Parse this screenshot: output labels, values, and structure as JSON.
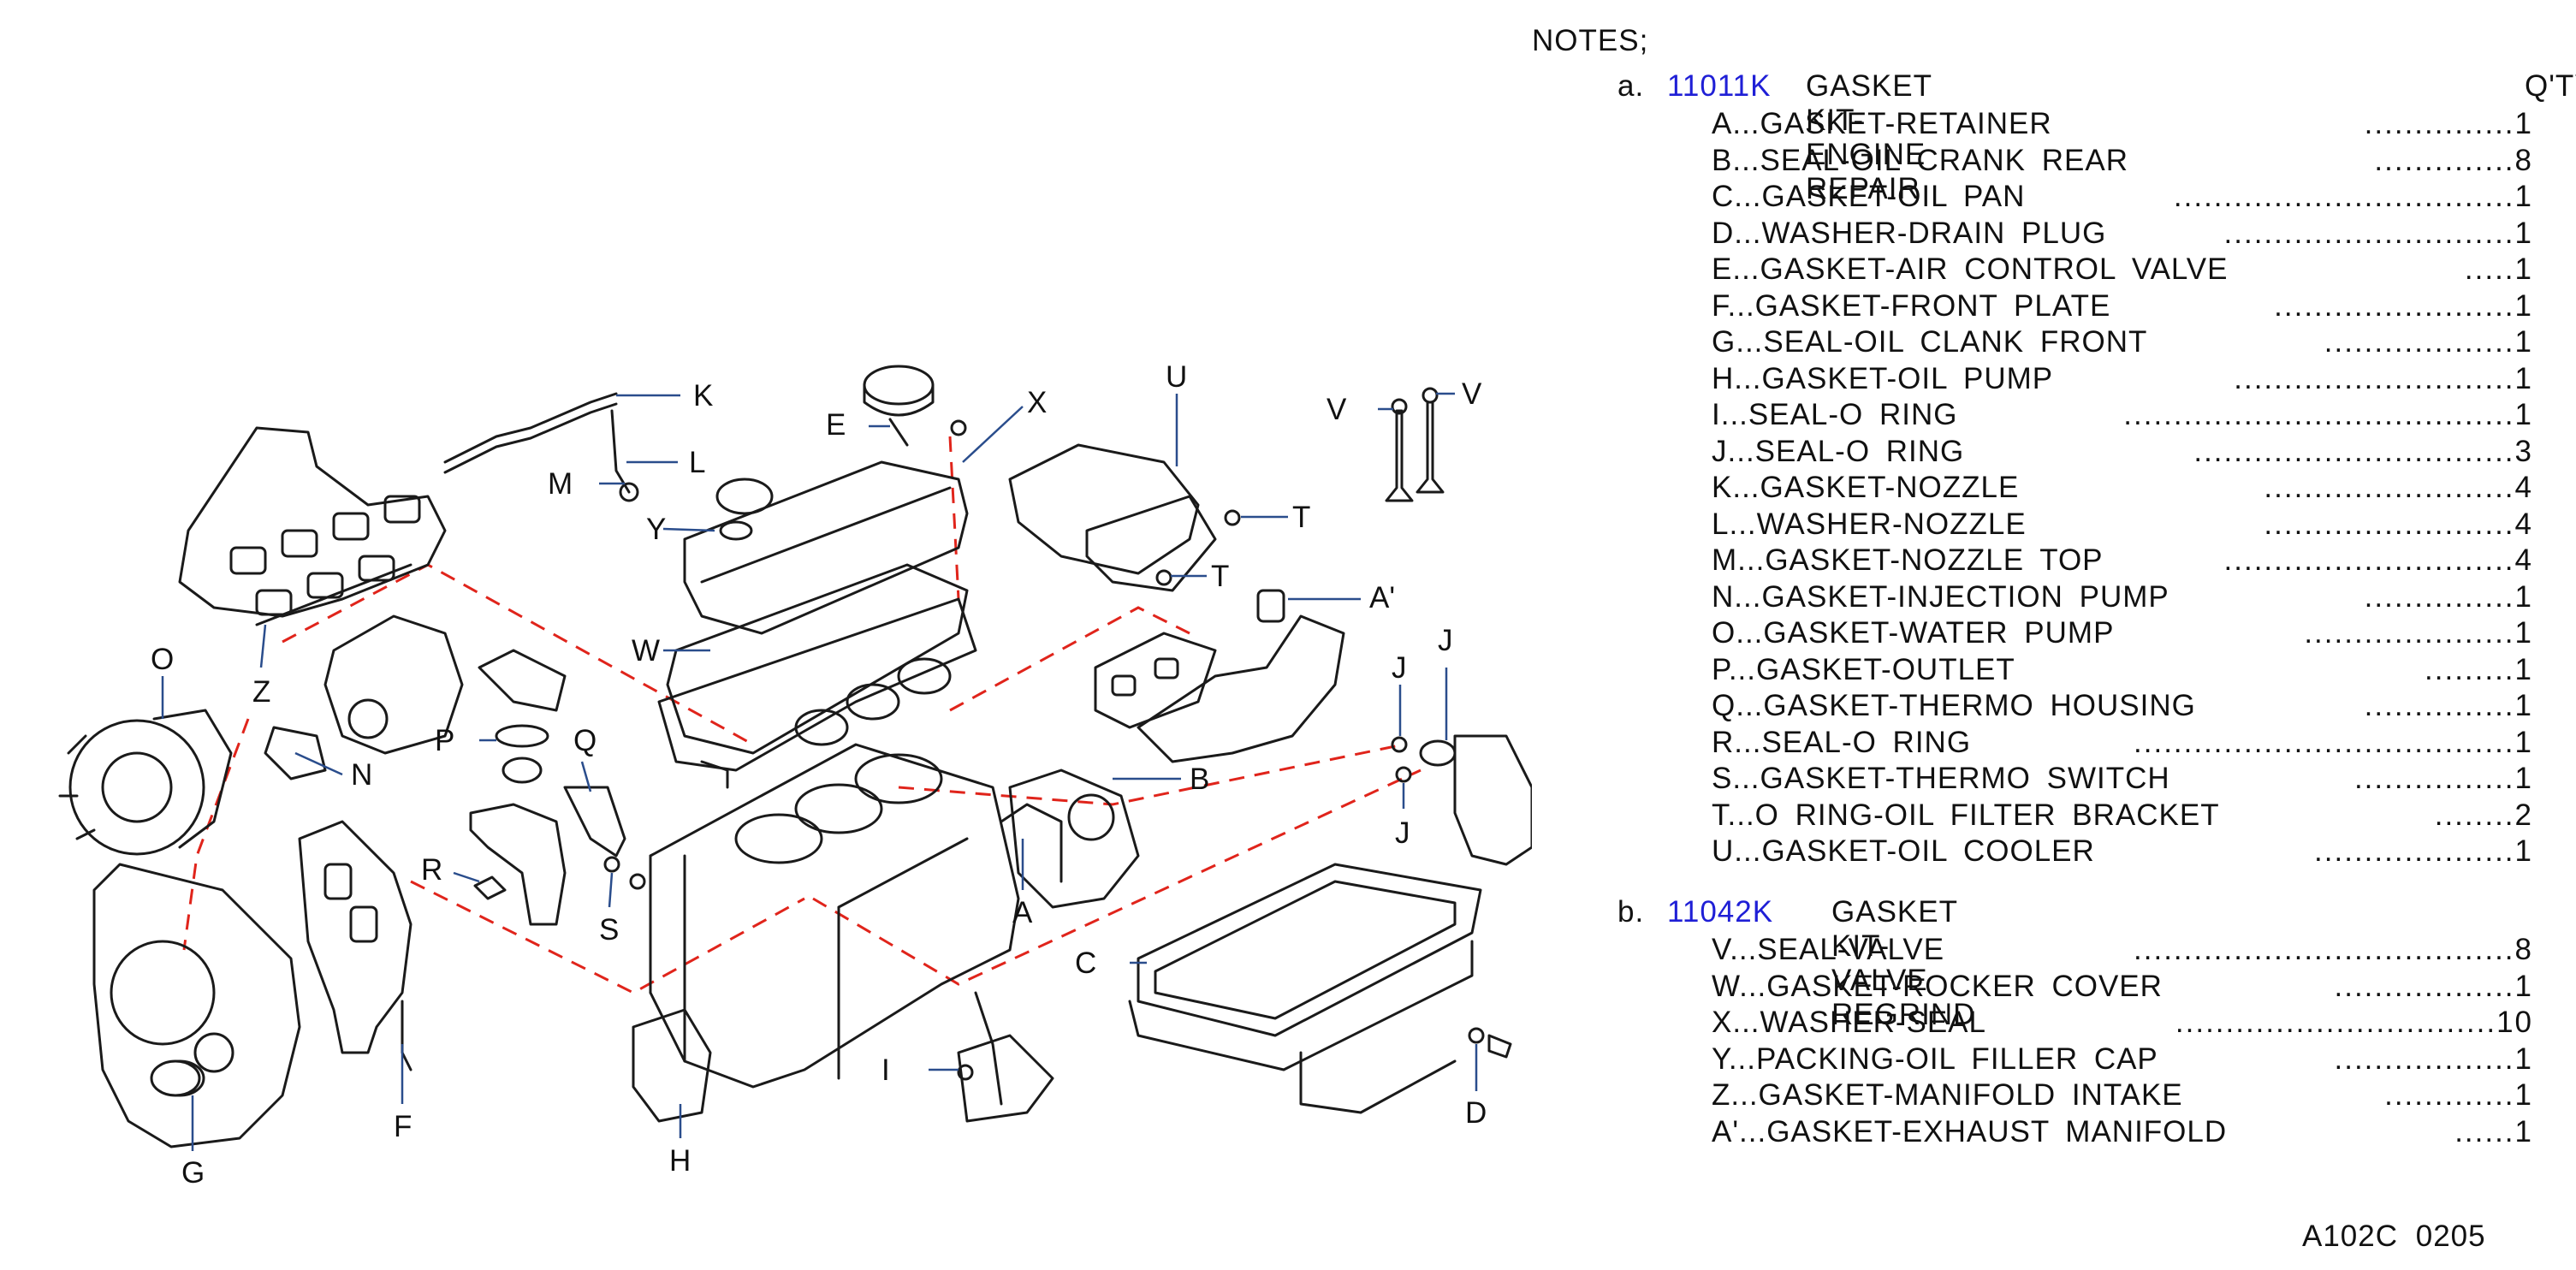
{
  "colors": {
    "kit_code": "#1f1fd6",
    "text": "#111111",
    "leader": "#2a4d8c",
    "dashed_guide": "#e0241b"
  },
  "notes": {
    "title": "NOTES;",
    "kits": [
      {
        "letter": "a.",
        "code": "11011K",
        "description": "GASKET KIT-ENGINE REPAIR",
        "qty_header": "Q'TY",
        "items": [
          {
            "label": "A...GASKET-RETAINER",
            "qty": "...............1"
          },
          {
            "label": "B...SEAL-OIL CRANK REAR",
            "qty": "..............8"
          },
          {
            "label": "C...GASKET-OIL PAN",
            "qty": "..................................1"
          },
          {
            "label": "D...WASHER-DRAIN PLUG",
            "qty": ".............................1"
          },
          {
            "label": "E...GASKET-AIR CONTROL VALVE",
            "qty": ".....1"
          },
          {
            "label": "F...GASKET-FRONT PLATE",
            "qty": "........................1"
          },
          {
            "label": "G...SEAL-OIL CLANK FRONT",
            "qty": "...................1"
          },
          {
            "label": "H...GASKET-OIL PUMP",
            "qty": "............................1"
          },
          {
            "label": "I...SEAL-O RING",
            "qty": ".......................................1"
          },
          {
            "label": "J...SEAL-O RING",
            "qty": "................................3"
          },
          {
            "label": "K...GASKET-NOZZLE",
            "qty": ".........................4"
          },
          {
            "label": "L...WASHER-NOZZLE",
            "qty": ".........................4"
          },
          {
            "label": "M...GASKET-NOZZLE TOP",
            "qty": ".............................4"
          },
          {
            "label": "N...GASKET-INJECTION PUMP",
            "qty": "...............1"
          },
          {
            "label": "O...GASKET-WATER PUMP",
            "qty": ".....................1"
          },
          {
            "label": "P...GASKET-OUTLET",
            "qty": ".........1"
          },
          {
            "label": "Q...GASKET-THERMO HOUSING",
            "qty": "...............1"
          },
          {
            "label": "R...SEAL-O RING",
            "qty": "......................................1"
          },
          {
            "label": "S...GASKET-THERMO SWITCH",
            "qty": "................1"
          },
          {
            "label": "T...O RING-OIL FILTER BRACKET",
            "qty": "........2"
          },
          {
            "label": "U...GASKET-OIL COOLER",
            "qty": "....................1"
          }
        ]
      },
      {
        "letter": "b.",
        "code": "11042K",
        "description": "GASKET KIT-VALVE REGRIND",
        "items": [
          {
            "label": "V...SEAL-VALVE",
            "qty": "......................................8"
          },
          {
            "label": "W...GASKET-ROCKER COVER",
            "qty": "..................1"
          },
          {
            "label": "X...WASHER-SEAL",
            "qty": "................................10"
          },
          {
            "label": "Y...PACKING-OIL FILLER CAP",
            "qty": "..................1"
          },
          {
            "label": "Z...GASKET-MANIFOLD INTAKE",
            "qty": ".............1"
          },
          {
            "label": "A'...GASKET-EXHAUST MANIFOLD",
            "qty": "......1"
          }
        ]
      }
    ]
  },
  "callouts": [
    "K",
    "L",
    "M",
    "E",
    "X",
    "U",
    "V",
    "V",
    "Y",
    "T",
    "T",
    "A'",
    "W",
    "Z",
    "O",
    "J",
    "J",
    "J",
    "B",
    "P",
    "Q",
    "N",
    "R",
    "S",
    "A",
    "C",
    "I",
    "H",
    "F",
    "G",
    "D"
  ],
  "footer": {
    "code": "A102C 0205"
  }
}
